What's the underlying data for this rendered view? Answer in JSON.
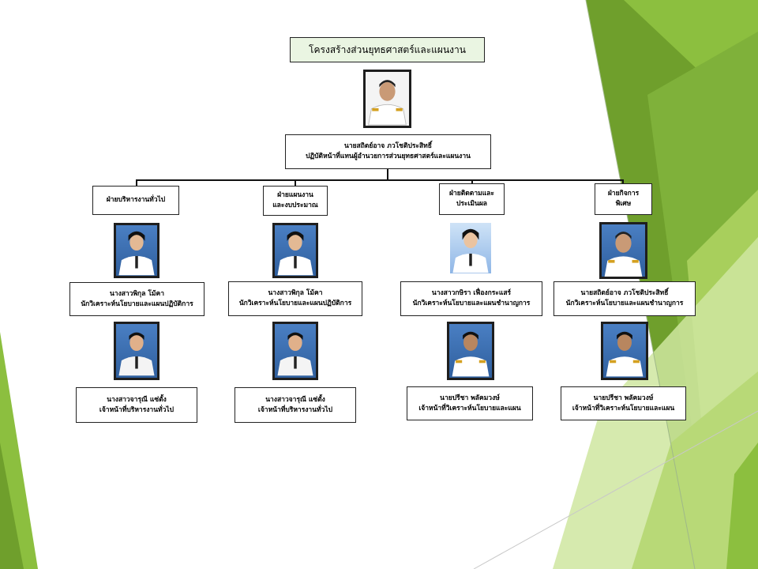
{
  "title": "โครงสร้างส่วนยุทธศาสตร์และแผนงาน",
  "head": {
    "name": "นายสถิตย์อาจ ภวโชติประสิทธิ์",
    "position": "ปฏิบัติหน้าที่แทนผู้อำนวยการส่วนยุทธศาสตร์และแผนงาน",
    "photo_icon": "officer-portrait-icon"
  },
  "units": [
    {
      "name": "ฝ่ายบริหารงานทั่วไป",
      "staff": [
        {
          "name": "นางสาวพิกุล โม้คา",
          "position": "นักวิเคราะห์นโยบายและแผนปฏิบัติการ"
        },
        {
          "name": "นางสาวจารุณี แซ่ตั้ง",
          "position": "เจ้าหน้าที่บริหารงานทั่วไป"
        }
      ]
    },
    {
      "name_line1": "ฝ่ายแผนงาน",
      "name_line2": "และงบประมาณ",
      "staff": [
        {
          "name": "นางสาวพิกุล โม้คา",
          "position": "นักวิเคราะห์นโยบายและแผนปฏิบัติการ"
        },
        {
          "name": "นางสาวจารุณี แซ่ตั้ง",
          "position": "เจ้าหน้าที่บริหารงานทั่วไป"
        }
      ]
    },
    {
      "name_line1": "ฝ่ายติดตามและ",
      "name_line2": "ประเมินผล",
      "staff": [
        {
          "name": "นางสาวกษิรา เฟื่องกระแสร์",
          "position": "นักวิเคราะห์นโยบายและแผนชำนาญการ"
        },
        {
          "name": "นายปรีชา พลัคมวงษ์",
          "position": "เจ้าหน้าที่วิเคราะห์นโยบายและแผน"
        }
      ]
    },
    {
      "name_line1": "ฝ่ายกิจการ",
      "name_line2": "พิเศษ",
      "staff": [
        {
          "name": "นายสถิตย์อาจ ภวโชติประสิทธิ์",
          "position": "นักวิเคราะห์นโยบายและแผนชำนาญการ"
        },
        {
          "name": "นายปรีชา พลัคมวงษ์",
          "position": "เจ้าหน้าที่วิเคราะห์นโยบายและแผน"
        }
      ]
    }
  ],
  "colors": {
    "green_dark": "#5e8f25",
    "green_mid": "#7fb13a",
    "green_light": "#a8cf5c",
    "green_pale": "#cfe6a0",
    "title_bg": "#eaf5e2"
  }
}
